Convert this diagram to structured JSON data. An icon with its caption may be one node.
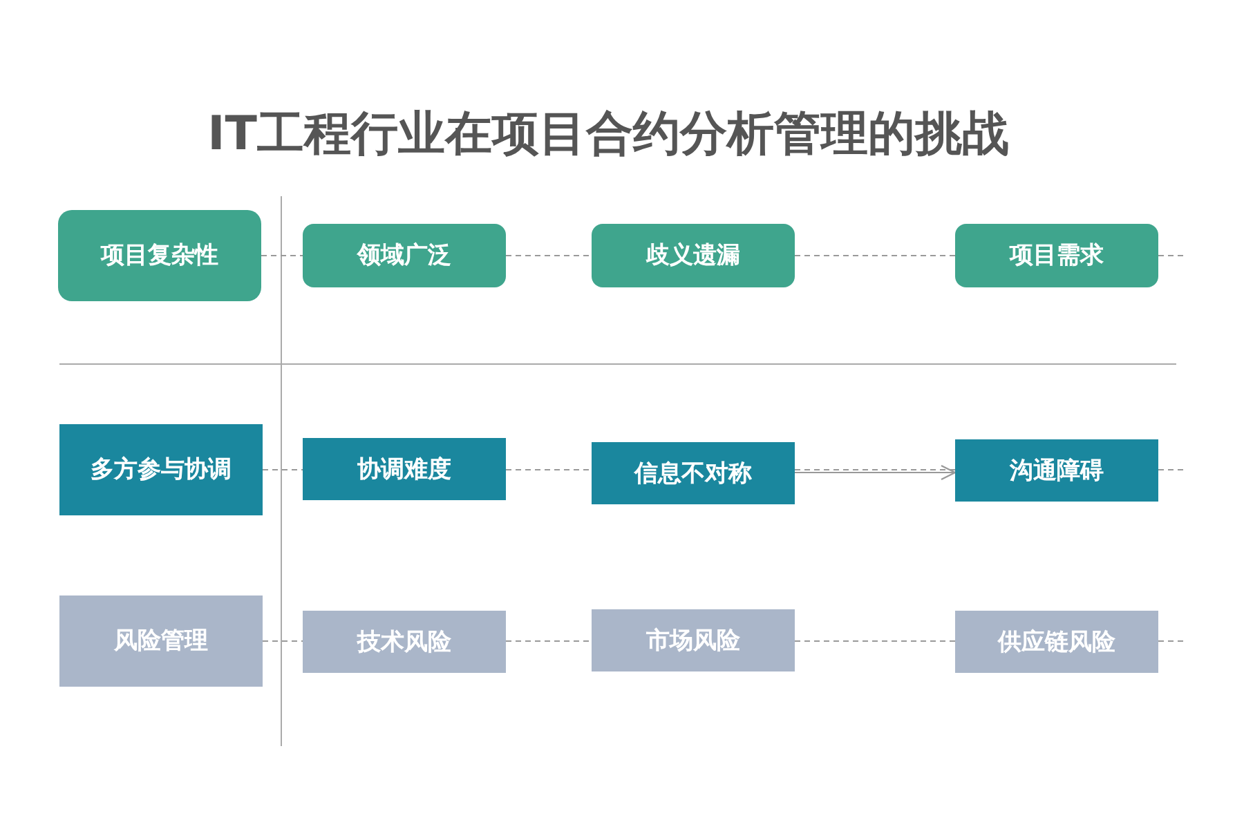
{
  "diagram": {
    "title": "IT工程行业在项目合约分析管理的挑战",
    "nodes": [
      {
        "text": [
          "项目复杂性"
        ]
      },
      {
        "text": [
          "领域广泛"
        ]
      },
      {
        "text": [
          "歧义遗漏"
        ]
      },
      {
        "text": [
          "项目需求"
        ]
      },
      {
        "text": [
          "多方参与协调"
        ]
      },
      {
        "text": [
          "协调难度"
        ]
      },
      {
        "text": [
          "信息不对称"
        ]
      },
      {
        "text": [
          "沟通障碍"
        ]
      },
      {
        "text": [
          "风险管理"
        ]
      },
      {
        "text": [
          "技术风险"
        ]
      },
      {
        "text": [
          "市场风险"
        ]
      },
      {
        "text": [
          "供应链风险"
        ]
      }
    ],
    "edges": [
      {
        "from": 0,
        "to": 1,
        "arrow": "none",
        "style": "dashed"
      },
      {
        "from": 1,
        "to": 2,
        "arrow": "none",
        "style": "dashed"
      },
      {
        "from": 2,
        "to": 3,
        "arrow": "none",
        "style": "dashed"
      },
      {
        "from": 3,
        "to": null,
        "arrow": "none",
        "style": "dashed"
      },
      {
        "from": 4,
        "to": 5,
        "arrow": "none",
        "style": "dashed"
      },
      {
        "from": 5,
        "to": 6,
        "arrow": "none",
        "style": "dashed"
      },
      {
        "from": 6,
        "to": 7,
        "arrow": "none",
        "style": "dashed"
      },
      {
        "from": 6,
        "to": 7,
        "arrow": "to"
      },
      {
        "from": 7,
        "to": null,
        "arrow": "none",
        "style": "dashed"
      },
      {
        "from": 8,
        "to": 9,
        "arrow": "none",
        "style": "dashed"
      },
      {
        "from": 9,
        "to": 10,
        "arrow": "none",
        "style": "dashed"
      },
      {
        "from": 10,
        "to": 11,
        "arrow": "none",
        "style": "dashed"
      },
      {
        "from": 11,
        "to": null,
        "arrow": "none",
        "style": "dashed"
      }
    ]
  }
}
